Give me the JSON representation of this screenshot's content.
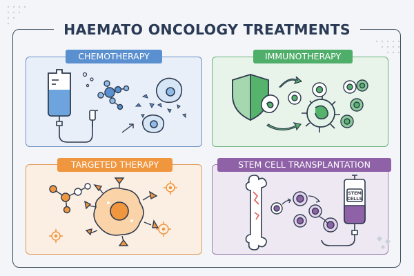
{
  "title": "HAEMATO ONCOLOGY TREATMENTS",
  "panels": {
    "chemotherapy": {
      "label": "CHEMOTHERAPY",
      "accent": "#5a8fd0"
    },
    "immunotherapy": {
      "label": "IMMUNOTHERAPY",
      "accent": "#4fae6a"
    },
    "targeted": {
      "label": "TARGETED THERAPY",
      "accent": "#f0963f"
    },
    "stem_cell": {
      "label": "STEM CELL TRANSPLANTATION",
      "accent": "#8f62a8",
      "bag_label_1": "STEM",
      "bag_label_2": "CELLS"
    }
  }
}
